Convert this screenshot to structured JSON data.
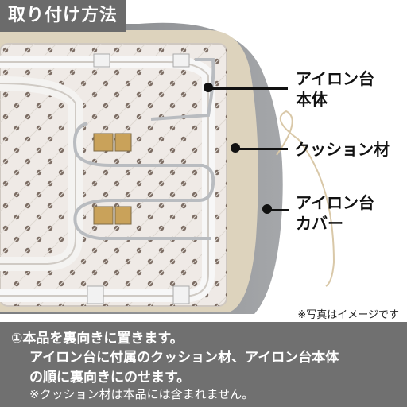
{
  "title": "取り付け方法",
  "labels": {
    "board_body": [
      "アイロン台",
      "本体"
    ],
    "cushion": [
      "クッション材"
    ],
    "cover": [
      "アイロン台",
      "カバー"
    ]
  },
  "photo_note": "※写真はイメージです",
  "instructions": {
    "step": "①本品を裏向きに置きます。",
    "line2": "アイロン台に付属のクッション材、アイロン台本体",
    "line3": "の順に裏向きにのせます。",
    "line4": "※クッション材は本品には含まれません。"
  },
  "colors": {
    "title_bg": "#6b6b6b",
    "footer_bg": "#707070",
    "board": "#efeae6",
    "cover": "#8a8c90",
    "cushion": "#ddd3bd"
  }
}
